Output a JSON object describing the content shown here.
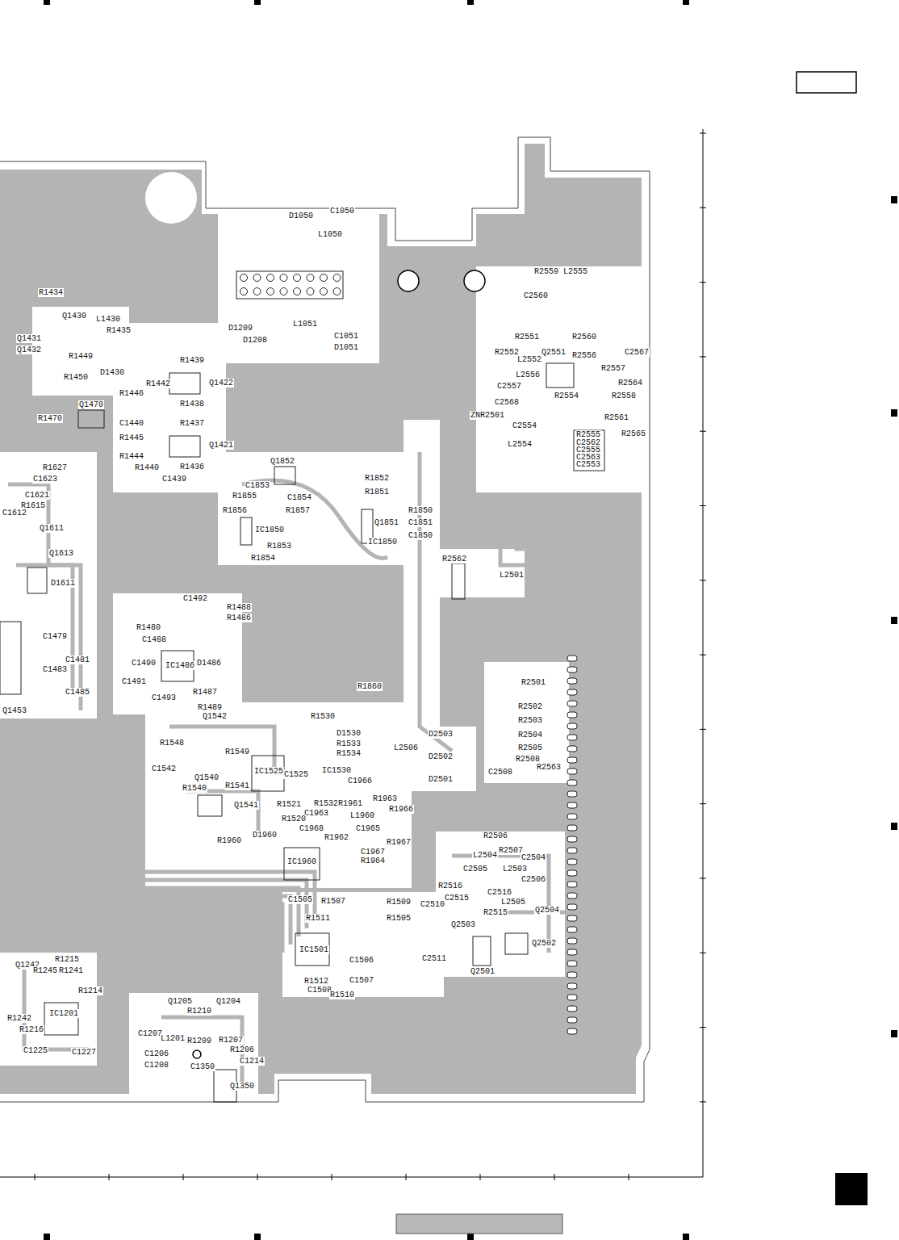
{
  "diagram": {
    "labels": [
      "D1050",
      "C1050",
      "L1050",
      "D1209",
      "D1208",
      "L1051",
      "C1051",
      "D1051",
      "R1434",
      "Q1430",
      "L1430",
      "R1435",
      "Q1431",
      "Q1432",
      "R1449",
      "R1450",
      "D1430",
      "R1439",
      "Q1422",
      "R1442",
      "R1446",
      "R1438",
      "C1440",
      "R1437",
      "R1445",
      "Q1421",
      "R1444",
      "R1436",
      "R1440",
      "C1439",
      "Q1470",
      "R1470",
      "R1627",
      "C1623",
      "C1621",
      "R1615",
      "C1612",
      "Q1611",
      "Q1613",
      "D1611",
      "Q1852",
      "C1853",
      "R1855",
      "C1854",
      "R1856",
      "R1857",
      "IC1850",
      "R1853",
      "R1854",
      "R1852",
      "R1851",
      "R1850",
      "Q1851",
      "C1851",
      "C1850",
      "IC1850",
      "C1492",
      "R1488",
      "R1486",
      "R1480",
      "C1488",
      "C1490",
      "IC1486",
      "D1486",
      "C1491",
      "R1487",
      "C1493",
      "R1489",
      "C1479",
      "C1481",
      "C1483",
      "C1485",
      "Q1453",
      "R1860",
      "R1530",
      "D1530",
      "R1533",
      "R1534",
      "Q1542",
      "R1548",
      "R1549",
      "C1542",
      "Q1540",
      "R1541",
      "R1540",
      "Q1541",
      "IC1525",
      "C1525",
      "IC1530",
      "C1966",
      "R1963",
      "R1532",
      "R1961",
      "R1966",
      "R1521",
      "C1963",
      "L1960",
      "R1520",
      "C1965",
      "C1968",
      "R1960",
      "D1960",
      "R1962",
      "R1967",
      "IC1960",
      "C1967",
      "R1964",
      "C1505",
      "R1507",
      "R1509",
      "C2510",
      "R1511",
      "R1505",
      "IC1501",
      "C1506",
      "C2511",
      "R1512",
      "C1507",
      "C1508",
      "R1510",
      "R1215",
      "Q1242",
      "R1245",
      "R1241",
      "R1214",
      "R1242",
      "IC1201",
      "R1216",
      "C1225",
      "C1227",
      "Q1205",
      "R1210",
      "Q1204",
      "C1207",
      "L1201",
      "R1207",
      "C1206",
      "R1209",
      "R1206",
      "C1208",
      "C1350",
      "C1214",
      "Q1350",
      "R2559",
      "L2555",
      "C2560",
      "R2551",
      "R2560",
      "R2552",
      "Q2551",
      "R2556",
      "C2567",
      "L2552",
      "L2556",
      "R2557",
      "C2557",
      "R2564",
      "R2554",
      "R2558",
      "C2568",
      "ZNR2501",
      "R2561",
      "C2554",
      "R2565",
      "L2554",
      "R2555",
      "C2562",
      "C2555",
      "C2563",
      "C2553",
      "R2562",
      "L2501",
      "R2501",
      "R2502",
      "R2503",
      "R2504",
      "R2505",
      "R2508",
      "R2563",
      "L2506",
      "D2503",
      "D2502",
      "D2501",
      "C2508",
      "R2506",
      "R2507",
      "C2504",
      "L2504",
      "C2505",
      "L2503",
      "C2506",
      "R2516",
      "C2516",
      "C2515",
      "L2505",
      "Q2504",
      "R2515",
      "Q2503",
      "Q2502",
      "Q2501"
    ]
  }
}
